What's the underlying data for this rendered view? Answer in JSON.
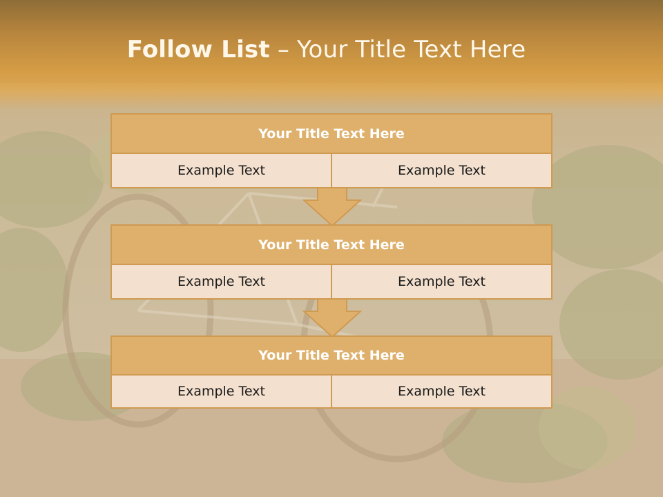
{
  "slide": {
    "title_bold": "Follow List",
    "title_rest": " – Your Title Text Here"
  },
  "blocks": [
    {
      "title": "Your Title Text Here",
      "left": "Example Text",
      "right": "Example Text"
    },
    {
      "title": "Your Title Text Here",
      "left": "Example Text",
      "right": "Example Text"
    },
    {
      "title": "Your Title Text Here",
      "left": "Example Text",
      "right": "Example Text"
    }
  ],
  "colors": {
    "header": "#d59d45",
    "block_title": "#dfb06b",
    "block_border": "#cf9a52",
    "block_body": "#f3e0ce"
  }
}
